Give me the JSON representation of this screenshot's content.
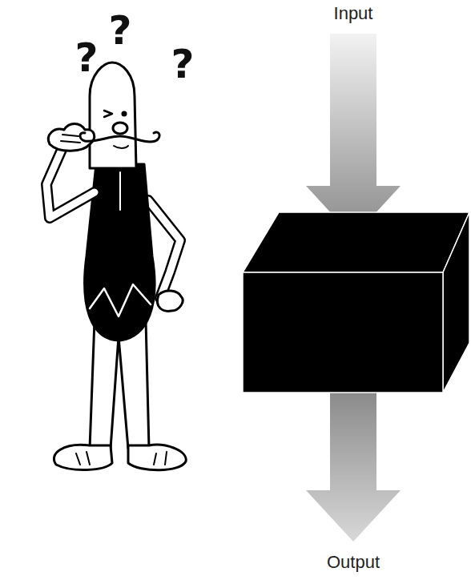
{
  "diagram": {
    "labels": [
      "Input",
      "Output",
      "?",
      "?",
      "?"
    ]
  }
}
